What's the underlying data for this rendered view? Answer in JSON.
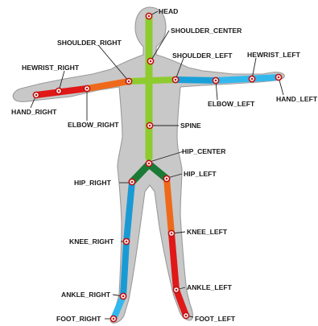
{
  "joints": [
    {
      "id": "head",
      "label": "HEAD"
    },
    {
      "id": "shoulder_center",
      "label": "SHOULDER_CENTER"
    },
    {
      "id": "shoulder_right",
      "label": "SHOULDER_RIGHT"
    },
    {
      "id": "shoulder_left",
      "label": "SHOULDER_LEFT"
    },
    {
      "id": "wrist_right",
      "label": "HEWRIST_RIGHT"
    },
    {
      "id": "wrist_left",
      "label": "HEWRIST_LEFT"
    },
    {
      "id": "hand_right",
      "label": "HAND_RIGHT"
    },
    {
      "id": "hand_left",
      "label": "HAND_LEFT"
    },
    {
      "id": "elbow_right",
      "label": "ELBOW_RIGHT"
    },
    {
      "id": "elbow_left",
      "label": "ELBOW_LEFT"
    },
    {
      "id": "spine",
      "label": "SPINE"
    },
    {
      "id": "hip_center",
      "label": "HIP_CENTER"
    },
    {
      "id": "hip_right",
      "label": "HIP_RIGHT"
    },
    {
      "id": "hip_left",
      "label": "HIP_LEFT"
    },
    {
      "id": "knee_right",
      "label": "KNEE_RIGHT"
    },
    {
      "id": "knee_left",
      "label": "KNEE_LEFT"
    },
    {
      "id": "ankle_right",
      "label": "ANKLE_RIGHT"
    },
    {
      "id": "ankle_left",
      "label": "ANKLE_LEFT"
    },
    {
      "id": "foot_right",
      "label": "FOOT_RIGHT"
    },
    {
      "id": "foot_left",
      "label": "FOOT_LEFT"
    }
  ],
  "bone_colors": {
    "head_neck": "#8ecb2f",
    "spine": "#8ecb2f",
    "shoulder": "#8ecb2f",
    "upper_arm_right": "#ee6a1a",
    "forearm_right": "#e01818",
    "upper_arm_left": "#1aa0d8",
    "forearm_left": "#33b8ee",
    "pelvis": "#1b7a36",
    "thigh_right": "#1a9ad4",
    "shin_right": "#1a9ad4",
    "foot_right": "#33b8ee",
    "thigh_left": "#ee6a1a",
    "shin_left": "#e01818",
    "foot_left": "#e01818"
  }
}
